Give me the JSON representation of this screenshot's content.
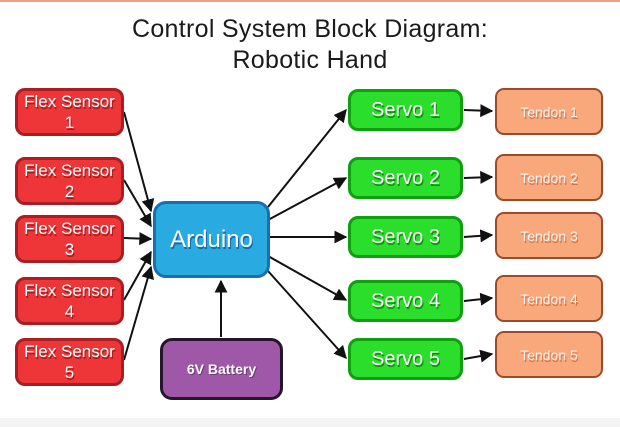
{
  "title": {
    "line1": "Control System Block Diagram:",
    "line2": "Robotic Hand"
  },
  "nodes": {
    "flex_sensors": [
      {
        "label": "Flex Sensor 1"
      },
      {
        "label": "Flex Sensor 2"
      },
      {
        "label": "Flex Sensor 3"
      },
      {
        "label": "Flex Sensor 4"
      },
      {
        "label": "Flex Sensor 5"
      }
    ],
    "arduino": {
      "label": "Arduino"
    },
    "battery": {
      "label": "6V Battery"
    },
    "servos": [
      {
        "label": "Servo 1"
      },
      {
        "label": "Servo 2"
      },
      {
        "label": "Servo 3"
      },
      {
        "label": "Servo 4"
      },
      {
        "label": "Servo 5"
      }
    ],
    "tendons": [
      {
        "label": "Tendon 1"
      },
      {
        "label": "Tendon 2"
      },
      {
        "label": "Tendon 3"
      },
      {
        "label": "Tendon 4"
      },
      {
        "label": "Tendon 5"
      }
    ]
  },
  "colors": {
    "flex_fill": "#ee3639",
    "flex_border": "#a81e22",
    "servo_fill": "#2bde2b",
    "servo_border": "#0fa00f",
    "arduino_fill": "#29abe2",
    "arduino_border": "#1b6fae",
    "battery_fill": "#9f58a8",
    "battery_border": "#26162b",
    "tendon_fill": "#f9a87c",
    "tendon_border": "#9c4b2a",
    "connector": "#111111",
    "top_rule": "#ef9f86"
  }
}
